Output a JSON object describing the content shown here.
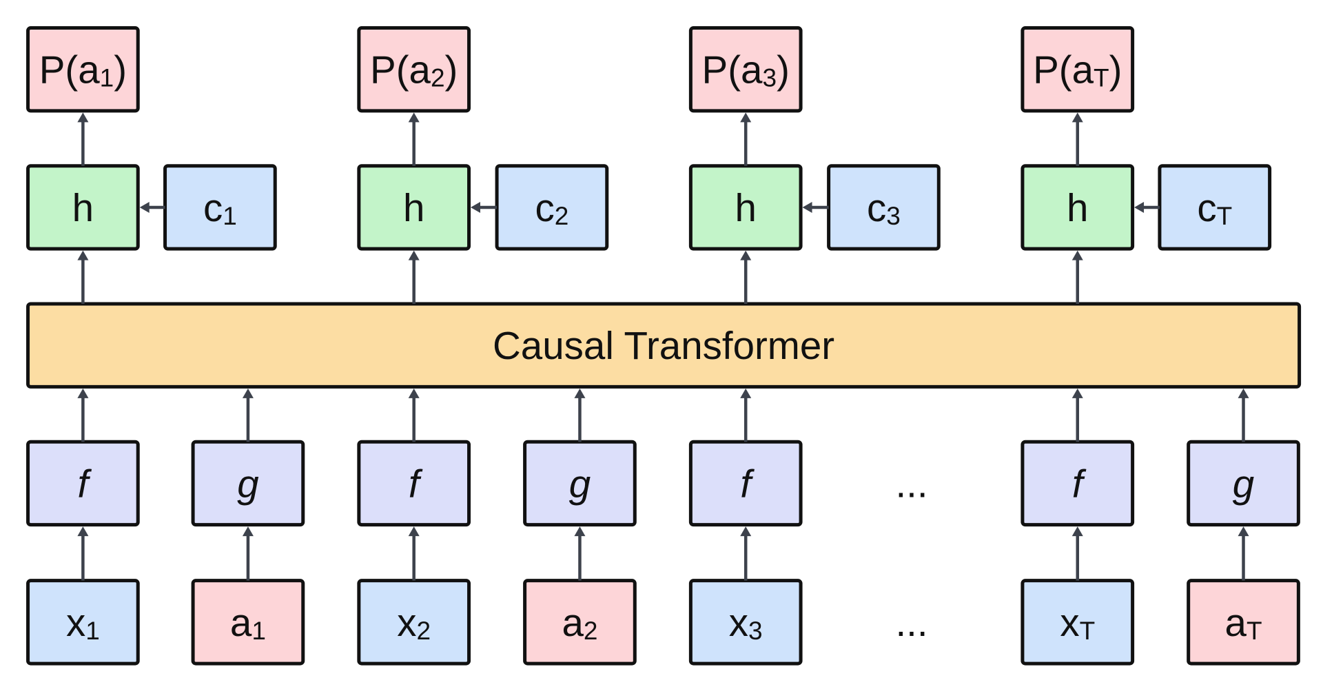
{
  "colors": {
    "output_fill": "#fdd5d8",
    "hidden_fill": "#c3f4c9",
    "context_fill": "#cfe3fc",
    "encoder_fill": "#dcdffa",
    "state_fill": "#cfe3fc",
    "action_fill": "#fdd5d8",
    "transformer_fill": "#fcdda3",
    "stroke": "#111111",
    "arrow": "#3d424c"
  },
  "transformer": {
    "label": "Causal Transformer"
  },
  "ellipsis": "...",
  "outputs": [
    {
      "main": "P(a",
      "sub": "1",
      "close": ")"
    },
    {
      "main": "P(a",
      "sub": "2",
      "close": ")"
    },
    {
      "main": "P(a",
      "sub": "3",
      "close": ")"
    },
    {
      "main": "P(a",
      "sub": "T",
      "close": ")"
    }
  ],
  "hidden": [
    {
      "label": "h"
    },
    {
      "label": "h"
    },
    {
      "label": "h"
    },
    {
      "label": "h"
    }
  ],
  "contexts": [
    {
      "main": "c",
      "sub": "1"
    },
    {
      "main": "c",
      "sub": "2"
    },
    {
      "main": "c",
      "sub": "3"
    },
    {
      "main": "c",
      "sub": "T"
    }
  ],
  "encoders": [
    {
      "label": "f"
    },
    {
      "label": "g"
    },
    {
      "label": "f"
    },
    {
      "label": "g"
    },
    {
      "label": "f"
    },
    {
      "label": "f"
    },
    {
      "label": "g"
    }
  ],
  "inputs": [
    {
      "main": "x",
      "sub": "1",
      "kind": "state"
    },
    {
      "main": "a",
      "sub": "1",
      "kind": "action"
    },
    {
      "main": "x",
      "sub": "2",
      "kind": "state"
    },
    {
      "main": "a",
      "sub": "2",
      "kind": "action"
    },
    {
      "main": "x",
      "sub": "3",
      "kind": "state"
    },
    {
      "main": "x",
      "sub": "T",
      "kind": "state"
    },
    {
      "main": "a",
      "sub": "T",
      "kind": "action"
    }
  ]
}
